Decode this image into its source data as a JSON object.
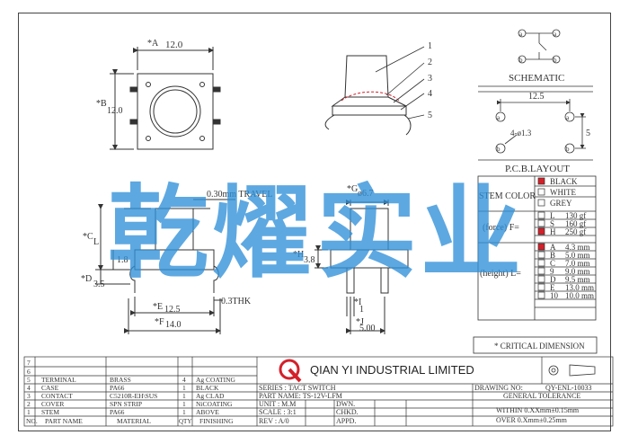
{
  "drawing_top": {
    "dim_a": "*A",
    "dim_a_val": "12.0",
    "dim_b": "*B",
    "dim_b_val": "12.0",
    "parts": [
      "1",
      "2",
      "3",
      "4",
      "5"
    ]
  },
  "drawing_side": {
    "travel": "0.30mm TRAVEL",
    "dim_c": "*C",
    "dim_c_letter": "L",
    "dim_18": "1.8",
    "dim_d": "*D",
    "dim_d_val": "3.5",
    "dim_e": "*E",
    "dim_e_val": "12.5",
    "dim_f": "*F",
    "dim_f_val": "14.0",
    "thk": "0.3THK",
    "dim_g": "*G",
    "dim_g_val": "ø6.7",
    "dim_h": "*H",
    "dim_h_val": "3.8",
    "dim_i": "*I",
    "dim_i_val": "1",
    "dim_j": "*J",
    "dim_j_val": "5.00"
  },
  "schematic": {
    "title": "SCHEMATIC",
    "pins": [
      "a",
      "b",
      "a",
      "b"
    ]
  },
  "pcb": {
    "title": "P.C.B.LAYOUT",
    "dim_width": "12.5",
    "dim_height": "5",
    "hole": "4-ø1.3",
    "pins": [
      "a",
      "a",
      "b",
      "b"
    ]
  },
  "stem_color": {
    "label": "STEM  COLOR",
    "options": [
      {
        "name": "BLACK",
        "selected": true
      },
      {
        "name": "WHITE",
        "selected": false
      },
      {
        "name": "GREY",
        "selected": false
      }
    ]
  },
  "force": {
    "label": "(force) F=",
    "options": [
      {
        "code": "L",
        "value": "130 gf",
        "selected": false
      },
      {
        "code": "S",
        "value": "160 gf",
        "selected": false
      },
      {
        "code": "H",
        "value": "250 gf",
        "selected": true
      }
    ]
  },
  "height": {
    "label": "(height)  L=",
    "options": [
      {
        "code": "A",
        "value": "4.3 mm",
        "selected": true
      },
      {
        "code": "B",
        "value": "5.0 mm",
        "selected": false
      },
      {
        "code": "C",
        "value": "7.0 mm",
        "selected": false
      },
      {
        "code": "9",
        "value": "9.0 mm",
        "selected": false
      },
      {
        "code": "D",
        "value": "9.5 mm",
        "selected": false
      },
      {
        "code": "E",
        "value": "13.0 mm",
        "selected": false
      },
      {
        "code": "10",
        "value": "10.0 mm",
        "selected": false
      }
    ]
  },
  "critical": "* CRITICAL  DIMENSION",
  "watermark": "乾燿实业",
  "bom": {
    "rows": [
      {
        "no": "7",
        "part": "",
        "material": "",
        "qty": "",
        "finish": ""
      },
      {
        "no": "6",
        "part": "",
        "material": "",
        "qty": "",
        "finish": ""
      },
      {
        "no": "5",
        "part": "TERMINAL",
        "material": "BRASS",
        "qty": "4",
        "finish": "Ag COATING"
      },
      {
        "no": "4",
        "part": "CASE",
        "material": "PA66",
        "qty": "1",
        "finish": "BLACK"
      },
      {
        "no": "3",
        "part": "CONTACT",
        "material": "C5210R-EH\\SUS",
        "qty": "1",
        "finish": "Ag CLAD"
      },
      {
        "no": "2",
        "part": "COVER",
        "material": "SPN STRIP",
        "qty": "1",
        "finish": "NiCOATING"
      },
      {
        "no": "1",
        "part": "STEM",
        "material": "PA66",
        "qty": "1",
        "finish": "ABOVE"
      }
    ],
    "header": {
      "no": "NO.",
      "part": "PART NAME",
      "material": "MATERIAL",
      "qty": "QTY",
      "finish": "FINISHING"
    }
  },
  "title_block": {
    "company": "QIAN YI INDUSTRIAL LIMITED",
    "logo_letter": "Q",
    "series": "SERIES : TACT SWITCH",
    "part_name": "PART NAME: TS-12V-LFM",
    "unit": "UNIT : M.M",
    "scale": "SCALE : 3:1",
    "rev": "REV  : A/0",
    "dwn": "DWN.",
    "chkd": "CHKD.",
    "appd": "APPD.",
    "drawing_no_label": "DRAWING NO:",
    "drawing_no": "QY-ENL-10033",
    "tolerance_title": "GENERAL TOLERANCE",
    "tol1": "WITHIN 0.XXmm±0.15mm",
    "tol2": "OVER   0.Xmm±0.25mm"
  },
  "colors": {
    "line": "#333333",
    "red": "#d4202a",
    "watermark": "#2f8fd8",
    "dim": "#444444"
  }
}
